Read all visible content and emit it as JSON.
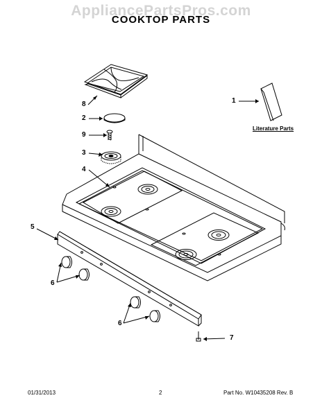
{
  "watermark": "AppliancePartsPros.com",
  "title": "COOKTOP PARTS",
  "callouts": {
    "c1": "1",
    "c2": "2",
    "c3": "3",
    "c4": "4",
    "c5": "5",
    "c6a": "6",
    "c6b": "6",
    "c7": "7",
    "c8": "8",
    "c9": "9"
  },
  "literature_label": "Literature Parts",
  "footer": {
    "date": "01/31/2013",
    "page": "2",
    "part_no": "Part No. W10435208 Rev. B"
  }
}
